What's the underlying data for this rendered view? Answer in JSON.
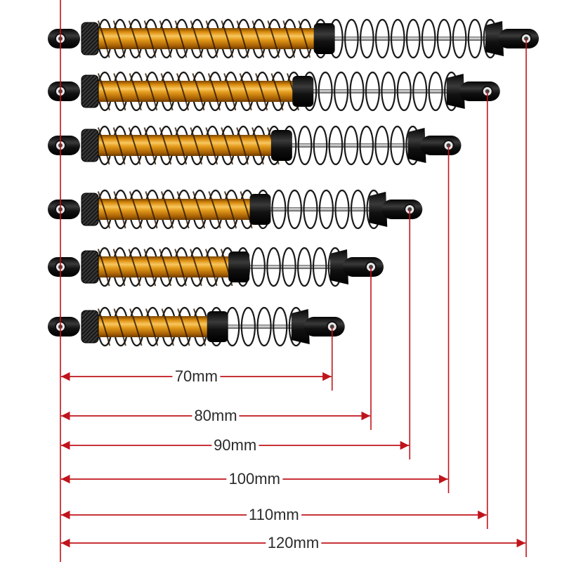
{
  "image": {
    "subject": "shock-absorbers",
    "colors": {
      "body": "#d98a0b",
      "body_light": "#f6c25a",
      "body_dark": "#8a4f02",
      "metal_black": "#151515",
      "spring": "#1a1a1a",
      "rod": "#a9a9a9",
      "dimension_line": "#c0141c",
      "label_text": "#2b2b2b"
    },
    "shocks": [
      {
        "length_mm": 120
      },
      {
        "length_mm": 110
      },
      {
        "length_mm": 100
      },
      {
        "length_mm": 90
      },
      {
        "length_mm": 80
      },
      {
        "length_mm": 70
      }
    ]
  },
  "dimensions": [
    {
      "label": "70mm",
      "value_mm": 70
    },
    {
      "label": "80mm",
      "value_mm": 80
    },
    {
      "label": "90mm",
      "value_mm": 90
    },
    {
      "label": "100mm",
      "value_mm": 100
    },
    {
      "label": "110mm",
      "value_mm": 110
    },
    {
      "label": "120mm",
      "value_mm": 120
    }
  ]
}
